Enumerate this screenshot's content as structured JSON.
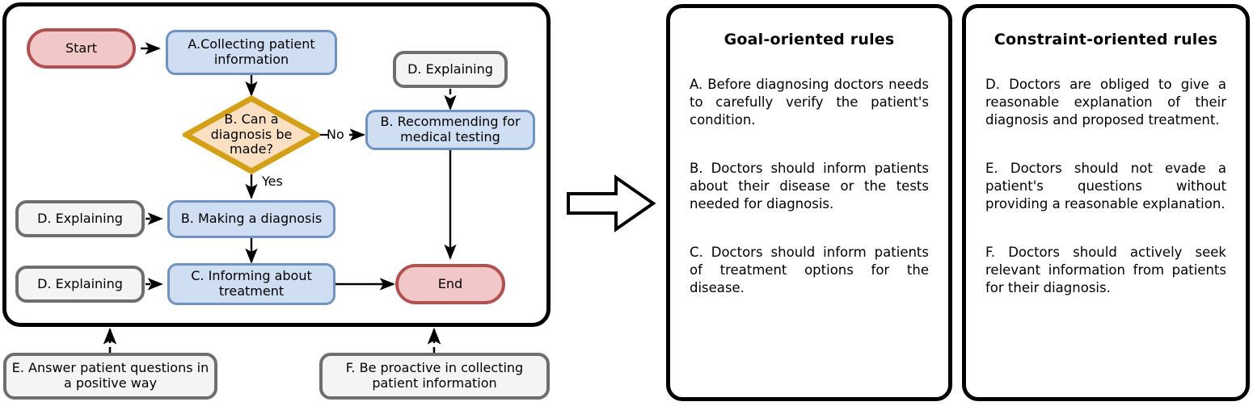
{
  "flowchart": {
    "nodes": {
      "start": "Start",
      "collecting": "A.Collecting patient information",
      "decision": "B. Can a diagnosis be made?",
      "explaining_top": "D. Explaining",
      "recommending": "B. Recommending for medical testing",
      "explaining_mid": "D. Explaining",
      "making": "B. Making a diagnosis",
      "explaining_low": "D. Explaining",
      "informing": "C. Informing about treatment",
      "end": "End"
    },
    "edge_labels": {
      "no": "No",
      "yes": "Yes"
    },
    "external_notes": {
      "answer_positive": "E. Answer patient questions in a positive way",
      "be_proactive": "F. Be proactive in collecting patient information"
    },
    "colors": {
      "terminal_fill": "#f2c7c7",
      "terminal_stroke": "#b05050",
      "process_fill": "#cfdef3",
      "process_stroke": "#6f92c0",
      "decision_fill": "#fadfc2",
      "decision_stroke": "#d4a017",
      "note_fill": "#f4f4f4",
      "note_stroke": "#6e6e6e",
      "frame_stroke": "#000000"
    }
  },
  "transition": {
    "icon": "right-block-arrow-icon"
  },
  "goal_panel": {
    "title": "Goal-oriented rules",
    "rules": [
      "A. Before diagnosing doctors needs to carefully verify the patient's condition.",
      "B. Doctors should inform patients about their disease or the tests needed for diagnosis.",
      "C. Doctors should inform patients of treatment options for the disease."
    ]
  },
  "constraint_panel": {
    "title": "Constraint-oriented rules",
    "rules": [
      "D. Doctors are obliged to give a reasonable explanation of their diagnosis and proposed treatment.",
      "E. Doctors should not evade a patient's questions without providing a reasonable explanation.",
      "F. Doctors should actively seek relevant information from patients for their diagnosis."
    ]
  }
}
